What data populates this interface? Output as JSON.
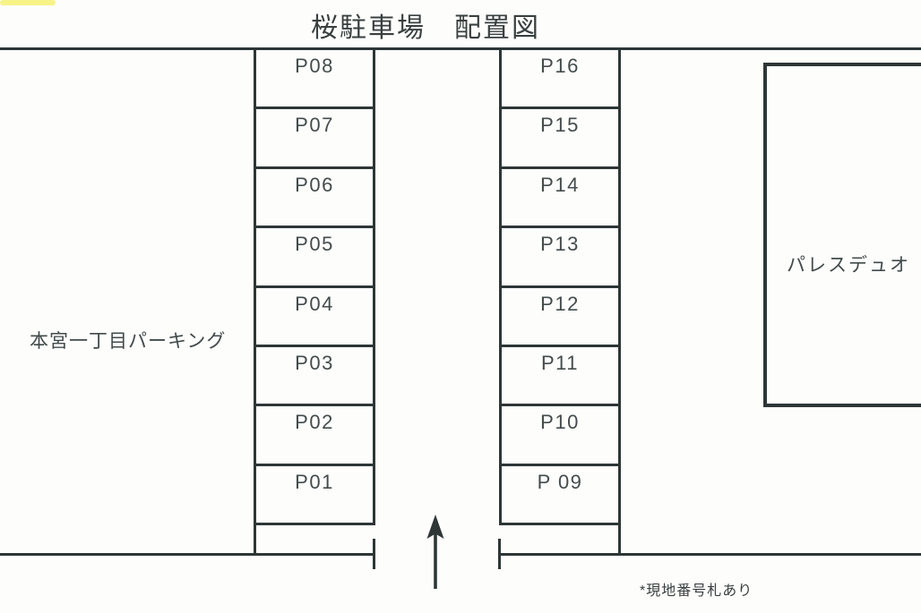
{
  "title": "桜駐車場　配置図",
  "left_area": {
    "label": "本宮一丁目パーキング"
  },
  "building": {
    "label": "パレスデュオ"
  },
  "note": "*現地番号札あり",
  "left_column": {
    "cells": [
      "P08",
      "P07",
      "P06",
      "P05",
      "P04",
      "P03",
      "P02",
      "P01"
    ]
  },
  "right_column": {
    "cells": [
      "P16",
      "P15",
      "P14",
      "P13",
      "P12",
      "P11",
      "P10",
      "P 09"
    ]
  },
  "entrance": {
    "direction": "up"
  },
  "colors": {
    "line": "#2e3636",
    "text": "#414a4a",
    "background": "#fdfdfc",
    "scan_artifact": "#f6f172"
  }
}
